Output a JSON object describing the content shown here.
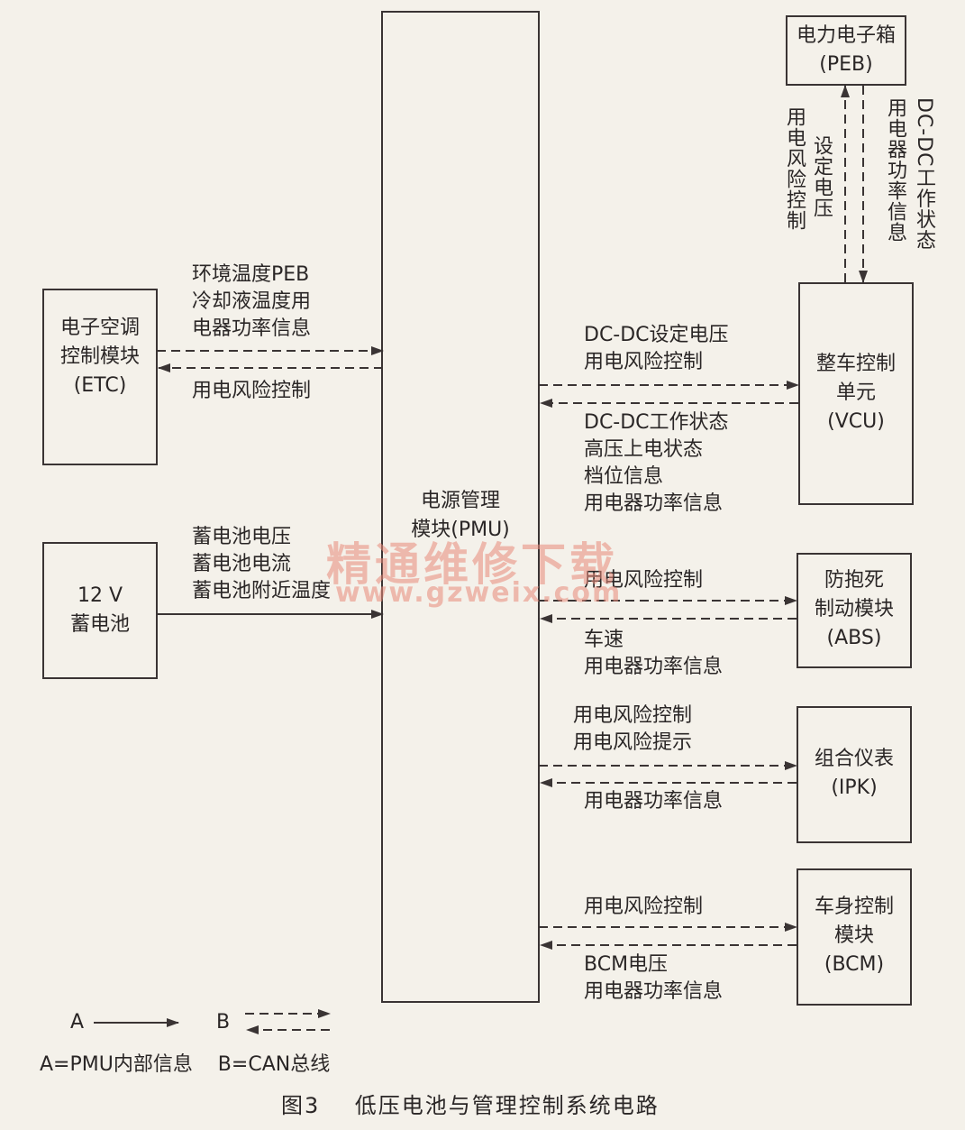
{
  "modules": {
    "pmu": "电源管理\n模块(PMU)",
    "etc": "电子空调\n控制模块\n(ETC)",
    "battery": "12 V\n蓄电池",
    "peb": "电力电子箱\n(PEB)",
    "vcu": "整车控制\n单元\n(VCU)",
    "abs": "防抱死\n制动模块\n(ABS)",
    "ipk": "组合仪表\n(IPK)",
    "bcm": "车身控制\n模块\n(BCM)"
  },
  "signals": {
    "etc_to_pmu": "环境温度PEB\n冷却液温度用\n电器功率信息",
    "pmu_to_etc": "用电风险控制",
    "battery_to_pmu": "蓄电池电压\n蓄电池电流\n蓄电池附近温度",
    "pmu_to_vcu": "DC-DC设定电压\n用电风险控制",
    "vcu_to_pmu": "DC-DC工作状态\n高压上电状态\n档位信息\n用电器功率信息",
    "vcu_to_peb_col1": "设定电压",
    "vcu_to_peb_col2": "用电风险控制",
    "peb_to_vcu_col1": "DC-DC工作状态",
    "peb_to_vcu_col2": "用电器功率信息",
    "pmu_to_abs": "用电风险控制",
    "abs_to_pmu": "车速\n用电器功率信息",
    "pmu_to_ipk": "用电风险控制\n用电风险提示",
    "ipk_to_pmu": "用电器功率信息",
    "pmu_to_bcm": "用电风险控制",
    "bcm_to_pmu": "BCM电压\n用电器功率信息"
  },
  "legend": {
    "a_symbol": "A",
    "b_symbol": "B",
    "definition": "A=PMU内部信息    B=CAN总线"
  },
  "caption": "图3    低压电池与管理控制系统电路",
  "watermark": {
    "title": "精通维修下载",
    "url": "www.gzweix.com"
  }
}
